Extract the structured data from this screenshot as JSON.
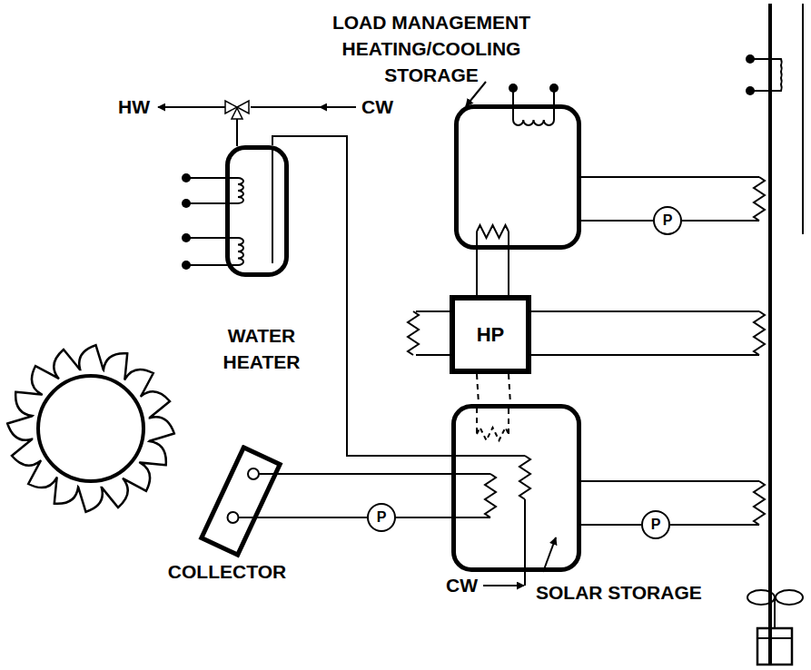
{
  "diagram": {
    "nodes": [
      {
        "text": [
          "LOAD MANAGEMENT HEATING/COOLING STORAGE"
        ]
      },
      {
        "text": [
          "WATER HEATER"
        ]
      },
      {
        "text": [
          "HP"
        ]
      },
      {
        "text": [
          "P"
        ]
      },
      {
        "text": [
          "SOLAR STORAGE"
        ]
      },
      {
        "text": [
          "COLLECTOR"
        ]
      },
      {
        "text": [
          "P"
        ]
      },
      {
        "text": [
          "P"
        ]
      }
    ],
    "edges": [
      {
        "from": 0,
        "to": 2,
        "arrow": "none"
      },
      {
        "from": 0,
        "to": 2,
        "arrow": "none"
      },
      {
        "from": 0,
        "to": 3,
        "arrow": "none"
      },
      {
        "from": 1,
        "to": 4,
        "arrow": "none"
      },
      {
        "from": 2,
        "to": 4,
        "arrow": "none"
      },
      {
        "from": 2,
        "to": 4,
        "arrow": "none"
      },
      {
        "from": 5,
        "to": 4,
        "arrow": "none"
      },
      {
        "from": 5,
        "to": 6,
        "arrow": "none"
      },
      {
        "from": 6,
        "to": 4,
        "arrow": "none"
      },
      {
        "from": 4,
        "to": 7,
        "arrow": "none"
      }
    ],
    "labels": [
      "HW",
      "CW",
      "CW"
    ]
  }
}
